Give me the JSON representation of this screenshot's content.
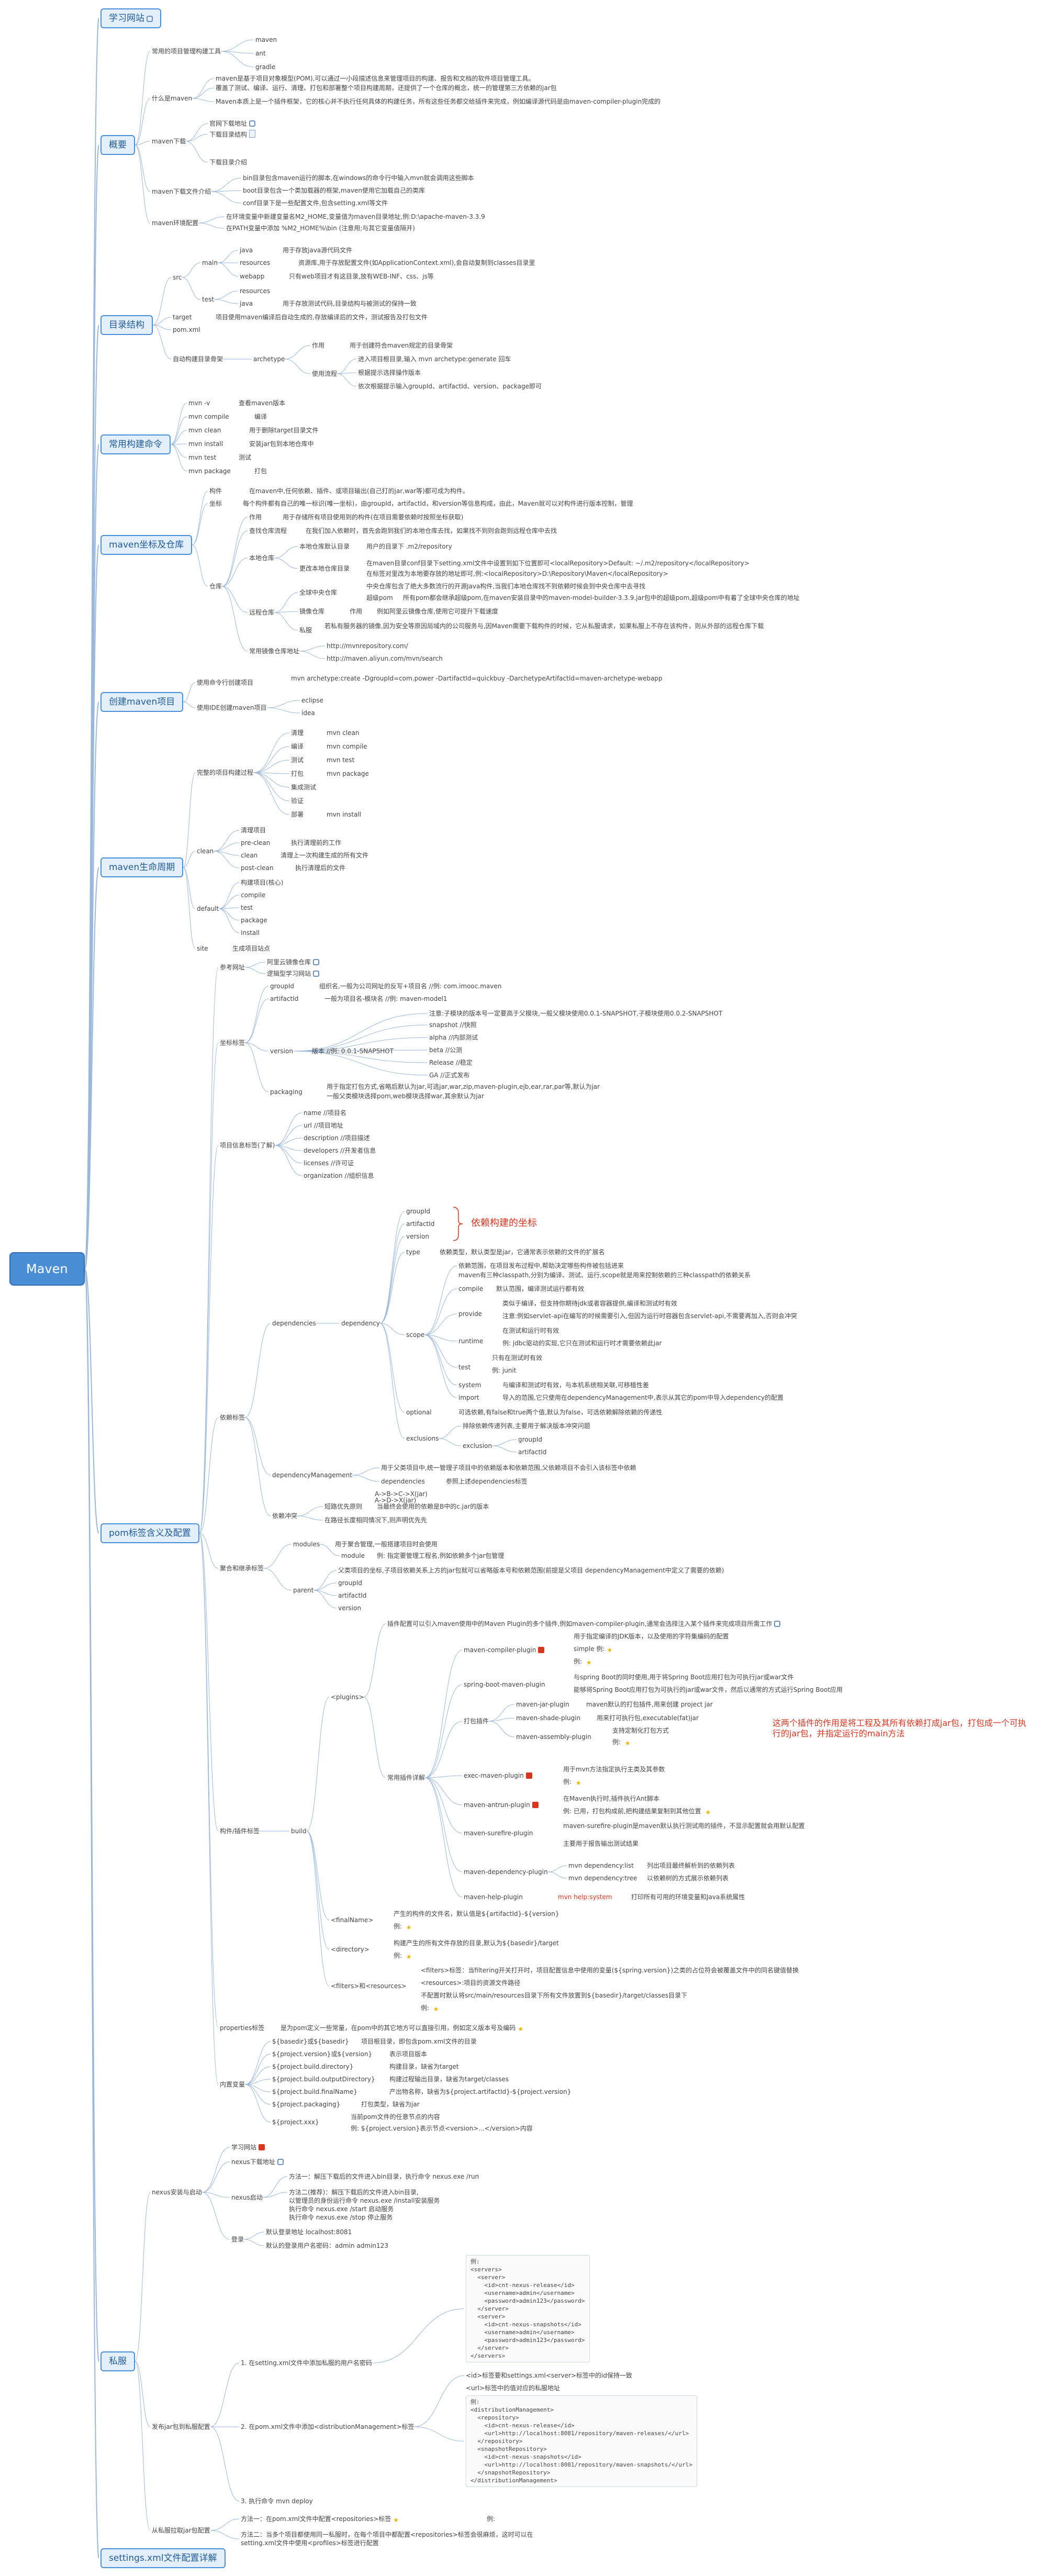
{
  "root": {
    "label": "Maven"
  },
  "colors": {
    "accent": "#4a90d9",
    "line": "#9ab8dc",
    "note": "#d9351f"
  },
  "l1": {
    "learn": "学习网站",
    "overview": "概要",
    "dirs": "目录结构",
    "cmds": "常用构建命令",
    "coords": "maven坐标及仓库",
    "create": "创建maven项目",
    "lifecycle": "maven生命周期",
    "pom": "pom标签含义及配置",
    "private": "私服",
    "settings": "settings.xml文件配置详解"
  },
  "overview": {
    "common_tools": "常用的项目管理构建工具",
    "maven": "maven",
    "ant": "ant",
    "gradle": "gradle",
    "what": "什么是maven",
    "def1": "maven是基于项目对象模型(POM),可以通过一小段描述信息来管理项目的构建、报告和文档的软件项目管理工具。",
    "def2": "覆盖了测试、编译、运行、清理、打包和部署整个项目构建周期，还提供了一个仓库的概念，统一的管理第三方依赖的jar包",
    "def3": "Maven本质上是一个插件框架，它的核心并不执行任何具体的构建任务，所有这些任务都交给插件来完成，例如编译源代码是由maven-compiler-plugin完成的",
    "download": "maven下载",
    "dl_site": "官网下载地址",
    "dl_dir": "下载目录结构",
    "intro": "下载目录介绍",
    "bin": "bin目录包含maven运行的脚本,在windows的命令行中输入mvn就会调用这些脚本",
    "boot": "boot目录包含一个类加载器的框架,maven使用它加载自己的类库",
    "conf": "conf目录下是一些配置文件,包含setting.xml等文件",
    "env": "maven环境配置",
    "env1": "在环境变量中新建变量名M2_HOME,变量值为maven目录地址,例:D:\\apache-maven-3.3.9",
    "env2": "在PATH变量中添加 %M2_HOME%\\bin (注意用;与其它变量值隔开)"
  },
  "dirs": {
    "src": "src",
    "main": "main",
    "java": "java",
    "java_desc": "用于存放java源代码文件",
    "resources": "resources",
    "res_desc": "资源库,用于存放配置文件(如ApplicationContext.xml),会自动复制到classes目录里",
    "webapp": "webapp",
    "webapp_desc": "只有web项目才有这目录,放有WEB-INF、css、js等",
    "test": "test",
    "test_res": "resources",
    "test_java": "java",
    "test_java_desc": "用于存放测试代码,目录结构与被测试的保持一致",
    "target": "target",
    "target_desc": "项目使用maven编译后自动生成的,存放编译后的文件，测试报告及打包文件",
    "pom": "pom.xml",
    "auto": "自动构建目录骨架",
    "archetype": "archetype",
    "role": "作用",
    "role_desc": "用于创建符合maven规定的目录骨架",
    "usage": "使用流程",
    "u1": "进入项目根目录,输入 mvn archetype:generate 回车",
    "u2": "根据提示选择操作版本",
    "u3": "依次根据提示输入groupId、artifactId、version、package即可"
  },
  "cmds": [
    {
      "cmd": "mvn -v",
      "desc": "查看maven版本"
    },
    {
      "cmd": "mvn compile",
      "desc": "编译"
    },
    {
      "cmd": "mvn clean",
      "desc": "用于删除target目录文件"
    },
    {
      "cmd": "mvn install",
      "desc": "安装jar包到本地仓库中"
    },
    {
      "cmd": "mvn test",
      "desc": "测试"
    },
    {
      "cmd": "mvn package",
      "desc": "打包"
    }
  ],
  "coords": {
    "component": "构件",
    "component_desc": "在maven中,任何依赖、插件、或项目输出(自己打的jar,war等)都可成为构件。",
    "coord": "坐标",
    "coord_desc": "每个构件都有自己的唯一标识(唯一坐标)，由groupId，artifactId，和version等信息构成，由此，Maven就可以对构件进行版本控制，管理",
    "repo": "仓库",
    "role": "作用",
    "role_desc": "用于存储所有项目使用到的构件(在项目需要依赖时按照坐标获取)",
    "flow": "查找仓库流程",
    "flow_desc": "在我们加入依赖时，首先会跑到我们的本地仓库去找，如果找不到则会跑到远程仓库中去找",
    "local": "本地仓库",
    "local_dir": "本地仓库默认目录",
    "local_dir_desc": "用户的目录下 .m2/repository",
    "change": "更改本地仓库目录",
    "change1": "在maven目录conf目录下setting.xml文件中设置到如下位置即可<localRepository>Default: ~/.m2/repository</localRepository>",
    "change2": "在标签对里改为本地要存放的地址即可,例:<localRepository>D:\\Repository\\Maven</localRepository>",
    "remote": "远程仓库",
    "central": "全球中央仓库",
    "central_desc": "中央仓库包含了绝大多数流行的开源Java构件,当我们本地仓库找不到依赖时候会到中央仓库中去寻找",
    "super": "超级pom",
    "super_desc": "所有pom都会继承超级pom,在maven安装目录中的maven-model-builder-3.3.9.jar包中的超级pom,超级pom中有着了全球中央仓库的地址",
    "mirror": "镜像仓库",
    "mirror_role": "作用",
    "mirror_desc": "例如阿里云镜像仓库,使用它可提升下载速度",
    "priv": "私服",
    "priv_desc": "若私有服务器的镜像,因为安全等原因局域内的公司服务与,因Maven需要下载构件的时候，它从私服请求，如果私服上不存在该构件，则从外部的远程仓库下载",
    "mirror_url": "常用镜像仓库地址",
    "url1": "http://mvnrepository.com/",
    "url2": "http://maven.aliyun.com/mvn/search"
  },
  "create": {
    "cmdline": "使用命令行创建项目",
    "cmd1": "mvn archetype:create -DgroupId=com.power -DartifactId=quickbuy -DarchetypeArtifactId=maven-archetype-webapp",
    "ide": "使用IDE创建maven项目",
    "eclipse": "eclipse",
    "idea": "idea"
  },
  "lifecycle": {
    "full": "完整的项目构建过程",
    "steps": [
      {
        "label": "清理",
        "cmd": "mvn clean"
      },
      {
        "label": "编译",
        "cmd": "mvn compile"
      },
      {
        "label": "测试",
        "cmd": "mvn test"
      },
      {
        "label": "打包",
        "cmd": "mvn package"
      },
      {
        "label": "集成测试",
        "cmd": ""
      },
      {
        "label": "验证",
        "cmd": ""
      },
      {
        "label": "部署",
        "cmd": "mvn install"
      }
    ],
    "clean": "clean",
    "clean_desc": "清理项目",
    "pre_clean": "pre-clean",
    "pre_clean_desc": "执行清理前的工作",
    "clean_c": "clean",
    "clean_c_desc": "清理上一次构建生成的所有文件",
    "post_clean": "post-clean",
    "post_clean_desc": "执行清理后的文件",
    "default": "default",
    "default_desc": "构建项目(核心)",
    "compile": "compile",
    "test": "test",
    "package": "package",
    "install": "install",
    "site": "site",
    "site_desc": "生成项目站点"
  },
  "pom": {
    "ref": "参考网址",
    "ref1": "阿里云镜像仓库",
    "ref2": "逻辑型学习网站",
    "coord_tag": "坐标标签",
    "groupId": "groupId",
    "groupId_desc": "组织名,一般为公司网址的反写+项目名  //例: com.imooc.maven",
    "artifactId": "artifactId",
    "artifactId_desc": "一般为项目名-模块名  //例: maven-model1",
    "version": "version",
    "version_desc": "版本 //例: 0.0.1-SNAPSHOT",
    "v_note": "注意:子模块的版本号一定要高于父模块,一般父模块使用0.0.1-SNAPSHOT,子模块使用0.0.2-SNAPSHOT",
    "v1": "snapshot //快照",
    "v2": "alpha //内部测试",
    "v3": "beta //公测",
    "v4": "Release //稳定",
    "v5": "GA //正式发布",
    "packaging": "packaging",
    "packaging_desc1": "用于指定打包方式,省略后默认为jar,可选jar,war,zip,maven-plugin,ejb,ear,rar,par等,默认为jar",
    "packaging_desc2": "一般父类模块选择pom,web模块选择war,其余默认为jar",
    "info": "项目信息标签(了解)",
    "name": "name //项目名",
    "url": "url //项目地址",
    "description": "description //项目描述",
    "developers": "developers //开发者信息",
    "licenses": "licenses //许可证",
    "organization": "organization //组织信息",
    "dep_tag": "依赖标签",
    "dependencies": "dependencies",
    "dependency": "dependency",
    "d_groupId": "groupId",
    "d_artifactId": "artifactId",
    "d_version": "version",
    "dep_note": "依赖构建的坐标",
    "type": "type",
    "type_desc": "依赖类型，默认类型是jar，它通常表示依赖的文件的扩展名",
    "scope": "scope",
    "scope1": "依赖范围，在项目发布过程中,帮助决定哪些构件被包括进来",
    "scope2": "maven有三种classpath,分别为编译、测试、运行,scope就是用来控制依赖的三种classpath的依赖关系",
    "compile": "compile",
    "compile_desc": "默认范围，编译测试运行都有效",
    "provide": "provide",
    "provide1": "类似于编译，但支持你期待jdk或者容器提供,编译和测试时有效",
    "provide2": "注意:例如servlet-api在编写的时候需要引入,但因为运行时容器包含servlet-api,不需要再加入,否则会冲突",
    "runtime": "runtime",
    "runtime1": "在测试和运行时有效",
    "runtime2": "例: jdbc驱动的实现,它只在测试和运行时才需要依赖此jar",
    "test": "test",
    "test1": "只有在测试时有效",
    "test2": "例: junit",
    "system": "system",
    "system_desc": "与编译和测试时有效，与本机系统相关联,可移植性差",
    "import": "import",
    "import_desc": "导入的范围,它只使用在dependencyManagement中,表示从其它的pom中导入dependency的配置",
    "optional": "optional",
    "optional_desc": "可选依赖,有false和true两个值,默认为false，可选依赖解除依赖的传递性",
    "exclusions": "exclusions",
    "exclusions_desc": "排除依赖传递列表,主要用于解决版本冲突问题",
    "exclusion": "exclusion",
    "ex_groupId": "groupId",
    "ex_artifactId": "artifactId",
    "mgmt": "dependencyManagement",
    "mgmt_desc": "用于父类项目中,统一管理子项目中的依赖版本和依赖范围,父依赖项目不会引入该标签中依赖",
    "mgmt_deps": "dependencies",
    "mgmt_deps_desc": "参照上述dependencies标签",
    "conflict": "依赖冲突",
    "short": "短路优先原则",
    "short_desc": "当最终会使用的依赖是B中的c.jar的版本",
    "short_a": "A->B->C->X(jar)",
    "short_b": "A->D->X(jar)",
    "first": "在路径长度相同情况下,则声明优先先",
    "agg": "聚合和继承标签",
    "modules": "modules",
    "modules_desc": "用于聚合管理,一般搭建项目时会使用",
    "module": "module",
    "module_desc": "例: 指定要管理工程名,例如依赖多个jar包管理",
    "parent": "parent",
    "parent_desc": "父类项目的坐标,子项目依赖关系上方的jar包就可以省略版本号和依赖范围(前提是父项目 dependencyManagement中定义了需要的依赖)",
    "p_groupId": "groupId",
    "p_artifactId": "artifactId",
    "p_version": "version",
    "build_tag": "构件/插件标签",
    "build": "build",
    "plugins": "<plugins>",
    "plugins_desc": "插件配置可以引入maven使用中的Maven Plugin的多个插件,例如maven-compiler-plugin,通常会选择注入某个插件来完成项目所需工作",
    "mcp": "maven-compiler-plugin",
    "mcp_desc": "用于指定编译的JDK版本，以及使用的字符集编码的配置",
    "simple": "simple 例:",
    "sb": "spring-boot-maven-plugin",
    "sb1": "与spring Boot的同时使用,用于将Spring Boot应用打包为可执行jar或war文件",
    "sb2": "能够将Spring Boot应用打包为可执行的jar或war文件，然后以通常的方式运行Spring Boot应用",
    "pack": "打包插件",
    "jar": "maven-jar-plugin",
    "jar_desc": "maven默认的打包插件,用来创建 project jar",
    "shade": "maven-shade-plugin",
    "shade_desc": "用来打可执行包,executable(fat)jar",
    "asm": "maven-assembly-plugin",
    "asm_desc": "支持定制化打包方式",
    "pack_note": "这两个插件的作用是将工程及其所有依赖打成jar包，打包成一个可执行的jar包，并指定运行的main方法",
    "common_plugins": "常用插件详解",
    "exec": "exec-maven-plugin",
    "exec_desc": "用于mvn方法指定执行主类及其参数",
    "antrun": "maven-antrun-plugin",
    "antrun_desc": "在Maven执行时,插件执行Ant脚本",
    "surefire": "maven-surefire-plugin",
    "surefire1": "maven-surefire-plugin是maven默认执行测试用的插件，不显示配置就会用默认配置",
    "surefire2": "主要用于报告输出测试结果",
    "mdp": "maven-dependency-plugin",
    "mdp1": "mvn dependency:list",
    "mdp1_desc": "列出项目最终解析到的依赖列表",
    "mdp2": "mvn dependency:tree",
    "mdp2_desc": "以依赖树的方式展示依赖列表",
    "help": "maven-help-plugin",
    "help1": "mvn help:system",
    "help_desc": "打印所有可用的环境变量和Java系统属性",
    "finalName": "<finalName>",
    "finalName_desc": "产生的构件的文件名，默认值是${artifactId}-${version}",
    "directory": "<directory>",
    "directory_desc": "构建产生的所有文件存放的目录,默认为${basedir}/target",
    "filters": "<filters>和<resources>",
    "filters1": "<filters>标签：当filtering开关打开时，项目配置信息中使用的变量(${spring.version})之类的占位符会被覆盖文件中的同名键值替换",
    "filters2": "<resources>:项目的资源文件路径",
    "filters3": "不配置时默认将src/main/resources目录下所有文件放置到${basedir}/target/classes目录下",
    "properties": "properties标签",
    "prop_desc": "是为pom定义一些常量，在pom中的其它地方可以直接引用，例如定义版本号及编码",
    "builtin": "内置变量",
    "b1": "${basedir}或${basedir}",
    "b1_desc": "项目根目录，即包含pom.xml文件的目录",
    "b2": "${project.version}或${version}",
    "b2_desc": "表示项目版本",
    "b3": "${project.build.directory}",
    "b3_desc": "构建目录，缺省为target",
    "b4": "${project.build.outputDirectory}",
    "b4_desc": "构建过程输出目录，缺省为target/classes",
    "b5": "${project.build.finalName}",
    "b5_desc": "产出物名称，缺省为${project.artifactId}-${project.version}",
    "b6": "${project.packaging}",
    "b6_desc": "打包类型，缺省为jar",
    "b7": "${project.xxx}",
    "b7_desc": "当前pom文件的任意节点的内容",
    "b7_ex": "例: ${project.version}表示节点<version>...</version>内容"
  },
  "private": {
    "nexus": "nexus安装与启动",
    "learn": "学习网站",
    "download": "nexus下载地址",
    "start": "nexus启动",
    "s1": "方法一：解压下载后的文件进入bin目录，执行命令 nexus.exe /run",
    "s2": "方法二(推荐)：解压下载后的文件进入bin目录,",
    "s3": "以管理员的身份运行命令 nexus.exe /install安装服务",
    "s4": "执行命令 nexus.exe /start 启动服务",
    "s5": "执行命令 nexus.exe /stop 停止服务",
    "login": "登录",
    "login1": "默认登录地址 localhost:8081",
    "login2": "默认的登录用户名密码：admin admin123",
    "config": "发布jar包到私服配置",
    "c1": "1. 在setting.xml文件中添加私服的用户名密码",
    "c1_code": "例:\n<servers>\n  <server>\n    <id>cnt-nexus-release</id>\n    <username>admin</username>\n    <password>admin123</password>\n  </server>\n  <server>\n    <id>cnt-nexus-snapshots</id>\n    <username>admin</username>\n    <password>admin123</password>\n  </server>\n</servers>",
    "c2": "2. 在pom.xml文件中添加<distributionManagement>标签",
    "c2_note": "<id>标签要和settings.xml<server>标签中的id保持一致",
    "c2_note2": "<url>标签中的值对应的私服地址",
    "c2_code": "例:\n<distributionManagement>\n  <repository>\n    <id>cnt-nexus-release</id>\n    <url>http://localhost:8081/repository/maven-releases/</url>\n  </repository>\n  <snapshotRepository>\n    <id>cnt-nexus-snapshots</id>\n    <url>http://localhost:8081/repository/maven-snapshots/</url>\n  </snapshotRepository>\n</distributionManagement>",
    "c3": "3. 执行命令 mvn deploy",
    "fetch": "从私服拉取jar包配置",
    "f1": "方法一：在pom.xml文件中配置<repositories>标签",
    "f1_ex": "例:",
    "f2": "方法二：当多个项目都使用同一私服时，在每个项目中都配置<repositories>标签会很麻烦，这时可以在setting.xml文件中使用<profiles>标签进行配置"
  }
}
